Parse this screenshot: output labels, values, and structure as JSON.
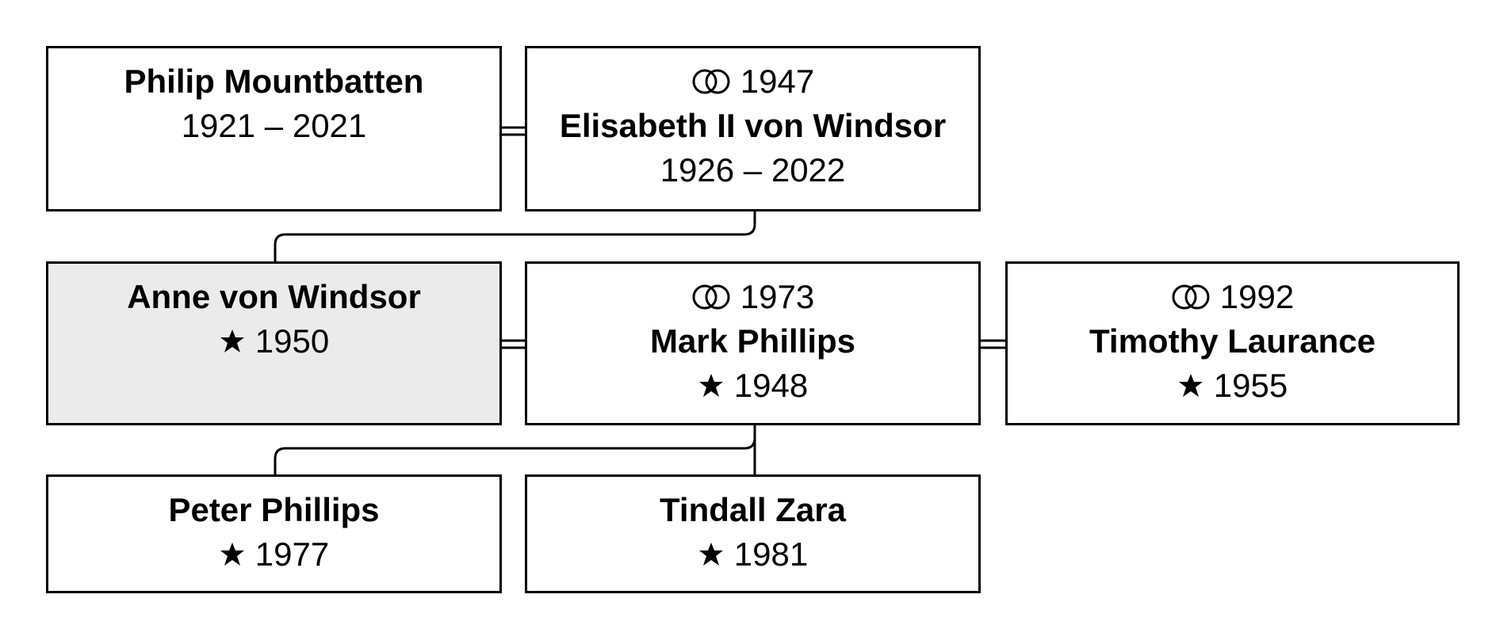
{
  "people": {
    "philip": {
      "name": "Philip Mountbatten",
      "dates": "1921 – 2021"
    },
    "elisabeth": {
      "marriage_year": "1947",
      "name": "Elisabeth II von Windsor",
      "dates": "1926 – 2022"
    },
    "anne": {
      "name": "Anne von Windsor",
      "born": "1950"
    },
    "mark": {
      "marriage_year": "1973",
      "name": "Mark Phillips",
      "born": "1948"
    },
    "timothy": {
      "marriage_year": "1992",
      "name": "Timothy Laurance",
      "born": "1955"
    },
    "peter": {
      "name": "Peter Phillips",
      "born": "1977"
    },
    "zara": {
      "name": "Tindall Zara",
      "born": "1981"
    }
  },
  "icons": {
    "marriage": "interlocked-rings-icon",
    "birth": "star-icon"
  },
  "colors": {
    "border": "#000000",
    "focus_fill": "#ebebeb",
    "box_fill": "#ffffff"
  }
}
